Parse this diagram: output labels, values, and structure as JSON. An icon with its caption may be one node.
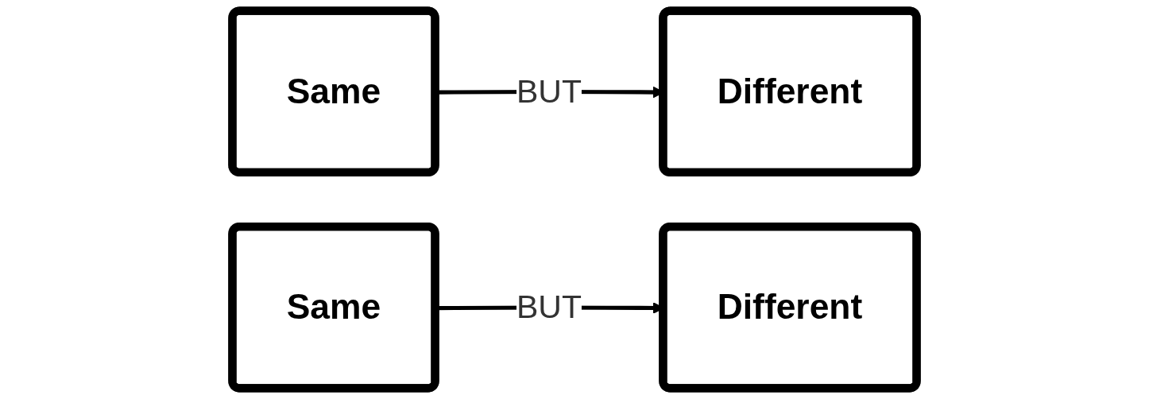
{
  "diagram": {
    "nodes": [
      {
        "text": [
          "Same"
        ]
      },
      {
        "text": [
          "Different"
        ]
      },
      {
        "text": [
          "Same"
        ]
      },
      {
        "text": [
          "Different"
        ]
      }
    ],
    "edges": [
      {
        "from": 0,
        "to": 1,
        "arrow": "to",
        "label": "BUT"
      },
      {
        "from": 2,
        "to": 3,
        "arrow": "to",
        "label": "BUT"
      }
    ]
  }
}
